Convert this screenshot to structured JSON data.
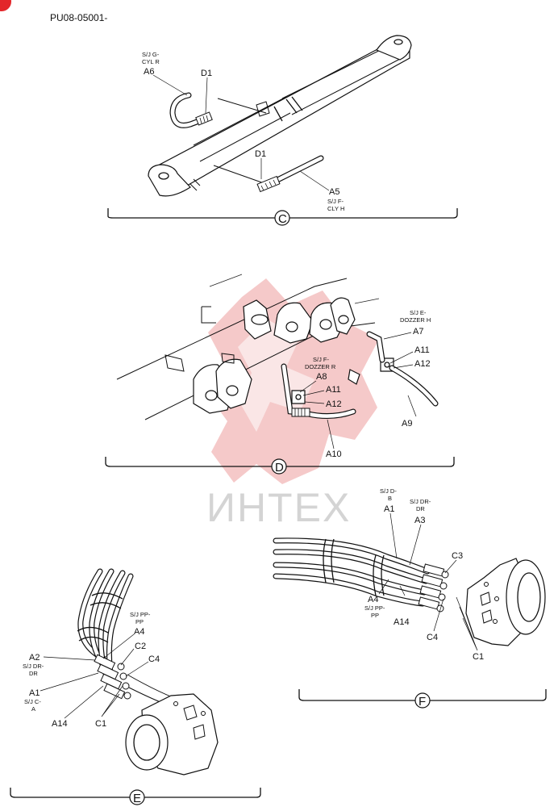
{
  "document": {
    "code": "PU08-05001-",
    "watermark": "ИНТЕХ",
    "badge_color": "#e3262a",
    "stamp_color": "#f2b7b7"
  },
  "views": {
    "C": {
      "letter": "C",
      "labels": {
        "sj_g_cyl_r_1": "S/J G-",
        "sj_g_cyl_r_2": "CYL R",
        "a6": "A6",
        "d1_top": "D1",
        "d1_mid": "D1",
        "a5": "A5",
        "sj_f_cly_h_1": "S/J F-",
        "sj_f_cly_h_2": "CLY H"
      }
    },
    "D": {
      "letter": "D",
      "labels": {
        "sj_e_dozzer_h_1": "S/J E-",
        "sj_e_dozzer_h_2": "DOZZER H",
        "a7": "A7",
        "a11_right": "A11",
        "a12_right": "A12",
        "sj_f_dozzer_r_1": "S/J F-",
        "sj_f_dozzer_r_2": "DOZZER R",
        "a8": "A8",
        "a11_left": "A11",
        "a12_left": "A12",
        "a9": "A9",
        "a10": "A10"
      }
    },
    "E": {
      "letter": "E",
      "labels": {
        "sj_pp_pp_1": "S/J PP-",
        "sj_pp_pp_2": "PP",
        "a4": "A4",
        "a2": "A2",
        "sj_dr_dr_1": "S/J DR-",
        "sj_dr_dr_2": "DR",
        "c2": "C2",
        "c4": "C4",
        "a1": "A1",
        "sj_c_a_1": "S/J C-",
        "sj_c_a_2": "A",
        "a14": "A14",
        "c1": "C1"
      }
    },
    "F": {
      "letter": "F",
      "labels": {
        "sj_d_b_1": "S/J D-",
        "sj_d_b_2": "B",
        "a1": "A1",
        "sj_dr_dr_1": "S/J DR-",
        "sj_dr_dr_2": "DR",
        "a3": "A3",
        "c3": "C3",
        "a4": "A4",
        "sj_pp_pp_1": "S/J PP-",
        "sj_pp_pp_2": "PP",
        "a14": "A14",
        "c4": "C4",
        "c1": "C1"
      }
    }
  }
}
